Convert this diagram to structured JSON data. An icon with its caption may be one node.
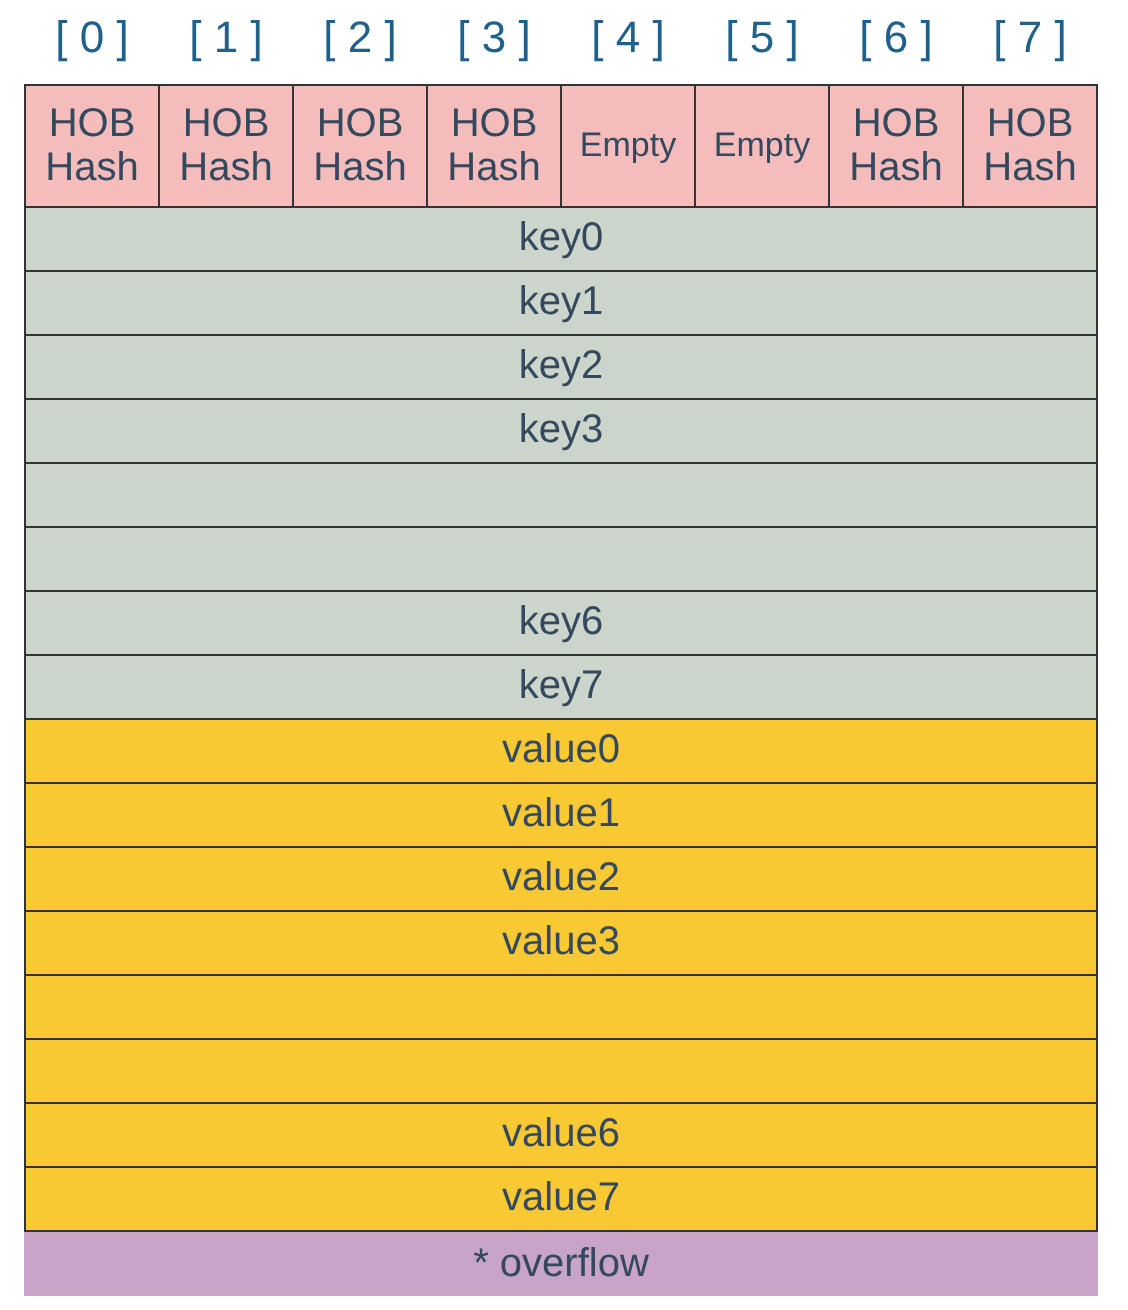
{
  "diagram": {
    "nodes": [
      {
        "text": [
          "HOB Hash"
        ]
      },
      {
        "text": [
          "HOB Hash"
        ]
      },
      {
        "text": [
          "HOB Hash"
        ]
      },
      {
        "text": [
          "HOB Hash"
        ]
      },
      {
        "text": [
          "Empty"
        ]
      },
      {
        "text": [
          "Empty"
        ]
      },
      {
        "text": [
          "HOB Hash"
        ]
      },
      {
        "text": [
          "HOB Hash"
        ]
      },
      {
        "text": [
          "key0"
        ]
      },
      {
        "text": [
          "key1"
        ]
      },
      {
        "text": [
          "key2"
        ]
      },
      {
        "text": [
          "key3"
        ]
      },
      {
        "text": [],
        "shape": "box"
      },
      {
        "text": [],
        "shape": "box"
      },
      {
        "text": [
          "key6"
        ]
      },
      {
        "text": [
          "key7"
        ]
      },
      {
        "text": [
          "value0"
        ]
      },
      {
        "text": [
          "value1"
        ]
      },
      {
        "text": [
          "value2"
        ]
      },
      {
        "text": [
          "value3"
        ]
      },
      {
        "text": [],
        "shape": "box"
      },
      {
        "text": [],
        "shape": "box"
      },
      {
        "text": [
          "value6"
        ]
      },
      {
        "text": [
          "value7"
        ]
      },
      {
        "text": [
          "* overflow"
        ]
      }
    ],
    "labels": [
      "[ 0 ]",
      "[ 1 ]",
      "[ 2 ]",
      "[ 3 ]",
      "[ 4 ]",
      "[ 5 ]",
      "[ 6 ]",
      "[ 7 ]"
    ]
  }
}
